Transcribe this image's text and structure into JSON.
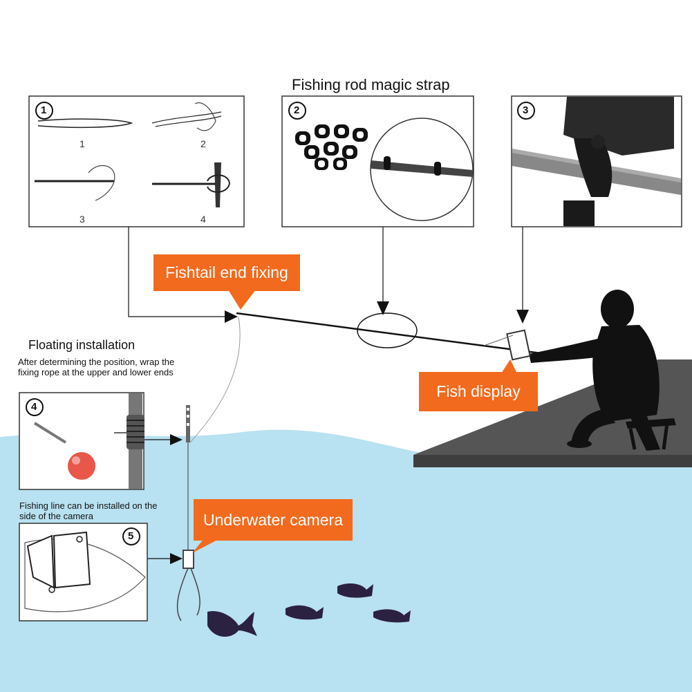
{
  "titles": {
    "strap": "Fishing rod magic strap",
    "floating": "Floating installation"
  },
  "notes": {
    "floating": "After determining the position, wrap the fixing rope at the upper and lower ends",
    "side": "Fishing line can be installed on the side of the camera"
  },
  "callouts": {
    "fishtail": "Fishtail end fixing",
    "display": "Fish display",
    "camera": "Underwater camera"
  },
  "panels": {
    "p1": {
      "badge": "1",
      "steps": [
        "1",
        "2",
        "3",
        "4"
      ]
    },
    "p2": {
      "badge": "2"
    },
    "p3": {
      "badge": "3"
    },
    "p4": {
      "badge": "4"
    },
    "p5": {
      "badge": "5"
    }
  },
  "colors": {
    "water": "#b8e1f1",
    "dock": "#555555",
    "callout": "#f26a1d",
    "silhouette": "#111111",
    "bobber": "#e8574a"
  }
}
